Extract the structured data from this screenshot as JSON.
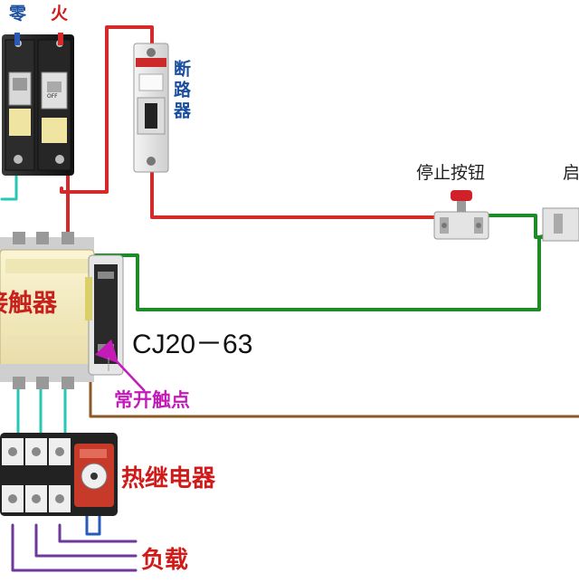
{
  "labels": {
    "neutral": "零",
    "live": "火",
    "breaker": "断路器",
    "stop_button": "停止按钮",
    "start_button_partial": "启",
    "contactor_body": "接触器",
    "model": "CJ20－63",
    "no_contact": "常开触点",
    "thermal_relay": "热继电器",
    "load": "负载"
  },
  "colors": {
    "red_wire": "#d42a2a",
    "green_wire": "#1e8a28",
    "brown_wire": "#8a5a26",
    "cyan_wire": "#27c7b4",
    "purple_wire": "#6d3a9b",
    "blue_wire": "#2a5ab8",
    "magenta_label": "#c41bb8"
  }
}
